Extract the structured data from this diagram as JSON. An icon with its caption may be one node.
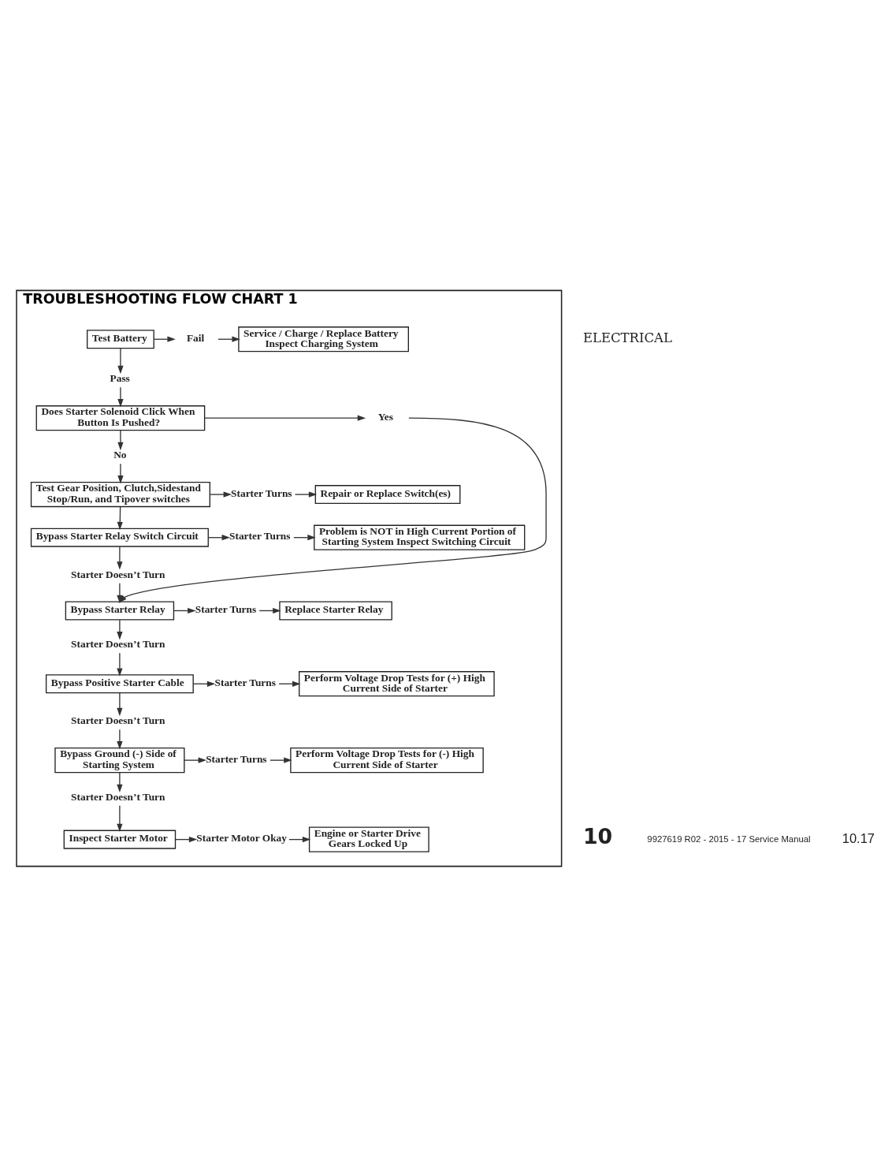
{
  "diagram": {
    "nodes": [
      {
        "text": [
          "TROUBLESHOOTING FLOW CHART 1"
        ]
      },
      {
        "text": [
          "Test Battery"
        ],
        "in": 0
      },
      {
        "text": [
          "Fail"
        ],
        "in": 0
      },
      {
        "text": [
          "Service / Charge / Replace Battery Inspect Charging System"
        ],
        "in": 0
      },
      {
        "text": [
          "Pass"
        ],
        "in": 0
      },
      {
        "text": [
          "Does Starter Solenoid Click When Button Is Pushed?"
        ],
        "in": 0
      },
      {
        "text": [
          "Yes"
        ],
        "in": 0
      },
      {
        "text": [
          "No"
        ],
        "in": 0
      },
      {
        "text": [
          "Test Gear Position, Clutch,Sidestand Stop/Run, and Tipover switches"
        ],
        "in": 0
      },
      {
        "text": [
          "Starter Turns"
        ],
        "in": 0
      },
      {
        "text": [
          "Repair or Replace Switch(es)"
        ],
        "in": 0
      },
      {
        "text": [
          "Bypass Starter Relay Switch Circuit"
        ],
        "in": 0
      },
      {
        "text": [
          "Starter Turns"
        ],
        "in": 0
      },
      {
        "text": [
          "Problem is NOT in High Current Portion of Starting System Inspect Switching Circuit"
        ],
        "in": 0
      },
      {
        "text": [
          "Starter Doesn’t Turn"
        ],
        "in": 0
      },
      {
        "text": [
          "Bypass Starter Relay"
        ],
        "in": 0
      },
      {
        "text": [
          "Starter Turns"
        ],
        "in": 0
      },
      {
        "text": [
          "Replace Starter Relay"
        ],
        "in": 0
      },
      {
        "text": [
          "Starter Doesn’t Turn"
        ],
        "in": 0
      },
      {
        "text": [
          "Bypass Positive Starter Cable"
        ],
        "in": 0
      },
      {
        "text": [
          "Starter Turns"
        ],
        "in": 0
      },
      {
        "text": [
          "Perform Voltage Drop Tests for (+) High Current Side of Starter"
        ],
        "in": 0
      },
      {
        "text": [
          "Starter Doesn’t Turn"
        ],
        "in": 0
      },
      {
        "text": [
          "Bypass Ground (-) Side of Starting System"
        ],
        "in": 0
      },
      {
        "text": [
          "Starter Turns"
        ],
        "in": 0
      },
      {
        "text": [
          "Perform Voltage Drop Tests for (-) High Current Side of Starter"
        ],
        "in": 0
      },
      {
        "text": [
          "Starter Doesn’t Turn"
        ],
        "in": 0
      },
      {
        "text": [
          "Inspect Starter Motor"
        ],
        "in": 0
      },
      {
        "text": [
          "Starter Motor Okay"
        ],
        "in": 0
      },
      {
        "text": [
          "Engine or Starter Drive Gears Locked Up"
        ],
        "in": 0
      }
    ],
    "edges": [
      {
        "from": 1,
        "to": 2,
        "arrow": "to"
      },
      {
        "from": 2,
        "to": 3,
        "arrow": "to"
      },
      {
        "from": 1,
        "to": 4,
        "arrow": "to"
      },
      {
        "from": 4,
        "to": 5,
        "arrow": "to"
      },
      {
        "from": 5,
        "to": 6,
        "arrow": "to"
      },
      {
        "from": 6,
        "to": 15,
        "arrow": "to"
      },
      {
        "from": 5,
        "to": 7,
        "arrow": "to"
      },
      {
        "from": 7,
        "to": 8,
        "arrow": "to"
      },
      {
        "from": 8,
        "to": 9,
        "arrow": "to"
      },
      {
        "from": 9,
        "to": 10,
        "arrow": "to"
      },
      {
        "from": 8,
        "to": 11,
        "arrow": "to"
      },
      {
        "from": 11,
        "to": 12,
        "arrow": "to"
      },
      {
        "from": 12,
        "to": 13,
        "arrow": "to"
      },
      {
        "from": 11,
        "to": 14,
        "arrow": "to"
      },
      {
        "from": 14,
        "to": 15,
        "arrow": "to"
      },
      {
        "from": 15,
        "to": 16,
        "arrow": "to"
      },
      {
        "from": 16,
        "to": 17,
        "arrow": "to"
      },
      {
        "from": 15,
        "to": 18,
        "arrow": "to"
      },
      {
        "from": 18,
        "to": 19,
        "arrow": "to"
      },
      {
        "from": 19,
        "to": 20,
        "arrow": "to"
      },
      {
        "from": 20,
        "to": 21,
        "arrow": "to"
      },
      {
        "from": 19,
        "to": 22,
        "arrow": "to"
      },
      {
        "from": 22,
        "to": 23,
        "arrow": "to"
      },
      {
        "from": 23,
        "to": 24,
        "arrow": "to"
      },
      {
        "from": 24,
        "to": 25,
        "arrow": "to"
      },
      {
        "from": 23,
        "to": 26,
        "arrow": "to"
      },
      {
        "from": 26,
        "to": 27,
        "arrow": "to"
      },
      {
        "from": 27,
        "to": 28,
        "arrow": "to"
      },
      {
        "from": 28,
        "to": 29,
        "arrow": "to"
      }
    ],
    "labels": [
      "ELECTRICAL",
      "10",
      "9927619 R02 - 2015 - 17 Service Manual",
      "10.17"
    ]
  }
}
